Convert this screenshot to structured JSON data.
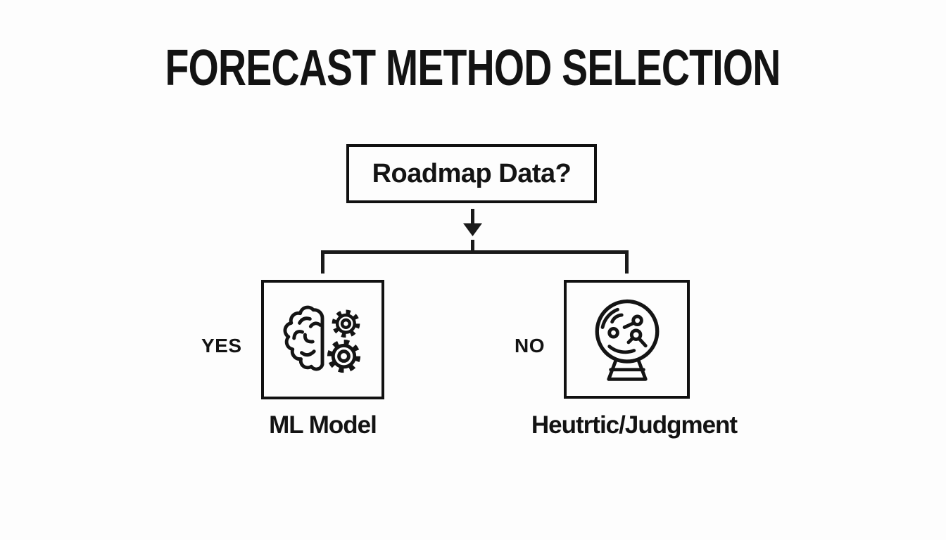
{
  "title": "FORECAST METHOD SELECTION",
  "flowchart": {
    "root": {
      "label": "Roadmap Data?"
    },
    "branches": [
      {
        "answer": "YES",
        "label": "ML Model",
        "icon": "brain-gears-icon"
      },
      {
        "answer": "NO",
        "label": "Heutrtic/Judgment",
        "icon": "crystal-ball-icon"
      }
    ]
  },
  "colors": {
    "background": "#fdfdfd",
    "ink": "#131313",
    "line": "#1a1a1a"
  }
}
